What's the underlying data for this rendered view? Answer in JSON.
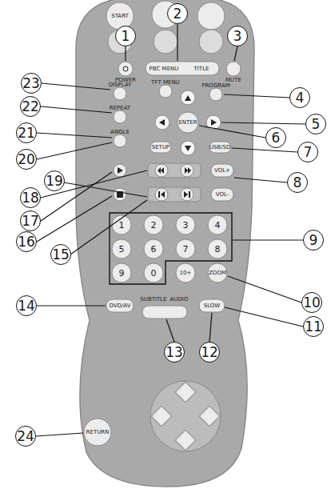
{
  "diagram": {
    "labels": [
      "1",
      "2",
      "3",
      "4",
      "5",
      "6",
      "7",
      "8",
      "9",
      "10",
      "11",
      "12",
      "13",
      "14",
      "15",
      "16",
      "17",
      "18",
      "19",
      "20",
      "21",
      "22",
      "23",
      "24",
      "START",
      "POWER",
      "PBC MENU",
      "TITLE",
      "MUTE",
      "TFT MENU",
      "DISPLAY",
      "PROGRAM",
      "REPEAT",
      "ENTER",
      "ANGLE",
      "SETUP",
      "USB/SD",
      "VOL+",
      "VOL-",
      "1",
      "2",
      "3",
      "4",
      "5",
      "6",
      "7",
      "8",
      "9",
      "0",
      "10+",
      "ZOOM",
      "DVD/AV",
      "SUBTITLE",
      "AUDIO",
      "SLOW",
      "RETURN"
    ]
  }
}
